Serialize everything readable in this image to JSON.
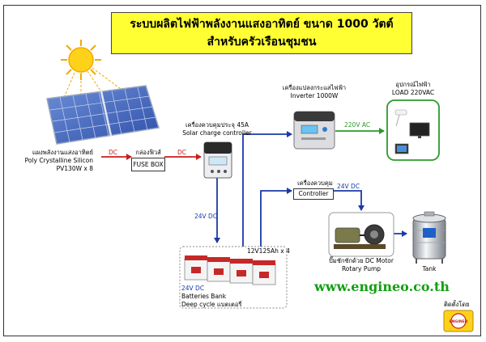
{
  "title": {
    "line1": "ระบบผลิตไฟฟ้าพลังงานแสงอาทิตย์ ขนาด 1000 วัตต์",
    "line2": "สำหรับครัวเรือนชุมชน"
  },
  "nodes": {
    "solar_panel": {
      "label_th": "แผงพลังงานแสงอาทิตย์",
      "label_type": "Poly Crystalline Silicon",
      "label_spec": "PV130W x 8"
    },
    "fuse_box": {
      "label_th": "กล่องฟิวส์",
      "label_en": "FUSE BOX"
    },
    "charge_controller": {
      "label_th": "เครื่องควบคุมประจุ 45A",
      "label_en": "Solar charge controller"
    },
    "inverter": {
      "label_th": "เครื่องแปลงกระแสไฟฟ้า",
      "label_en": "Inverter 1000W"
    },
    "load": {
      "label_th": "อุปกรณ์ไฟฟ้า",
      "label_en": "LOAD 220VAC"
    },
    "controller": {
      "label_th": "เครื่องควบคุม",
      "label_en": "Controller"
    },
    "pump": {
      "label_th": "ปั๊มชักชักด้วย DC Motor",
      "label_en": "Rotary Pump"
    },
    "tank": {
      "label_en": "Tank"
    },
    "battery": {
      "spec": "12V125Ah x 4",
      "voltage": "24V DC",
      "label_en": "Batteries Bank",
      "label_type": "Deep cycle แบตเตอรี่"
    }
  },
  "edges": {
    "panel_to_fuse": "DC",
    "fuse_to_controller": "DC",
    "controller_to_battery": "24V DC",
    "inverter_to_load": "220V AC",
    "controller_to_pump": "24V DC"
  },
  "footer": {
    "url": "www.engineo.co.th",
    "installer_label": "ติดตั้งโดย",
    "logo_text": "ENGINEO"
  },
  "colors": {
    "title_bg": "#ffff33",
    "dc_line": "#c81e1e",
    "battery_line": "#1a3aa8",
    "ac_line": "#2c9a2c",
    "url": "#12a012"
  }
}
